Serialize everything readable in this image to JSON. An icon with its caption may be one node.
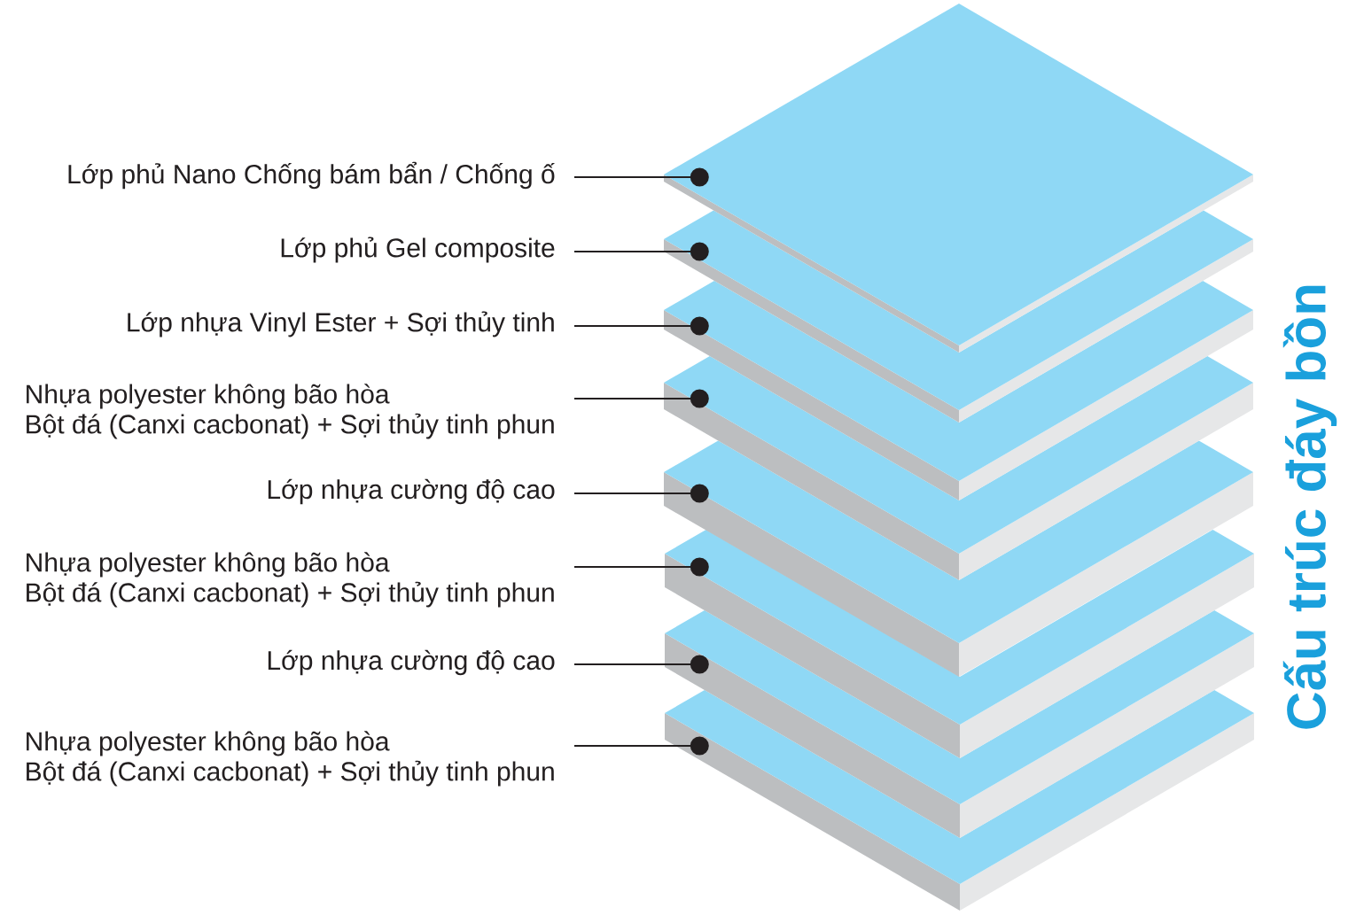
{
  "diagram": {
    "title": "Cấu trúc đáy bồn",
    "nodes": [
      {
        "text": [
          "Lớp phủ Nano Chống bám bẩn / Chống ố"
        ]
      },
      {
        "text": [
          "Lớp phủ Gel composite"
        ]
      },
      {
        "text": [
          "Lớp nhựa Vinyl Ester + Sợi thủy tinh"
        ]
      },
      {
        "text": [
          "Nhựa polyester không bão hòa",
          "Bột đá (Canxi cacbonat) + Sợi thủy tinh phun"
        ]
      },
      {
        "text": [
          "Lớp nhựa cường độ cao"
        ]
      },
      {
        "text": [
          "Nhựa polyester không bão hòa",
          "Bột đá (Canxi cacbonat) + Sợi thủy tinh phun"
        ]
      },
      {
        "text": [
          "Lớp nhựa cường độ cao"
        ]
      },
      {
        "text": [
          "Nhựa polyester không bão hòa",
          "Bột đá (Canxi cacbonat) + Sợi thủy tinh phun"
        ]
      },
      {
        "text": [],
        "shape": "diamond"
      },
      {
        "text": [],
        "shape": "diamond"
      },
      {
        "text": [],
        "shape": "diamond"
      },
      {
        "text": [],
        "shape": "diamond"
      },
      {
        "text": [],
        "shape": "diamond"
      },
      {
        "text": [],
        "shape": "diamond"
      },
      {
        "text": [],
        "shape": "diamond"
      },
      {
        "text": [],
        "shape": "diamond"
      }
    ],
    "edges": [
      {
        "from": 0,
        "to": 8,
        "arrow": "other"
      },
      {
        "from": 1,
        "to": 9,
        "arrow": "other"
      },
      {
        "from": 2,
        "to": 10,
        "arrow": "other"
      },
      {
        "from": 3,
        "to": 11,
        "arrow": "other"
      },
      {
        "from": 4,
        "to": 12,
        "arrow": "other"
      },
      {
        "from": 5,
        "to": 13,
        "arrow": "other"
      },
      {
        "from": 6,
        "to": 14,
        "arrow": "other"
      },
      {
        "from": 7,
        "to": 15,
        "arrow": "other"
      }
    ]
  }
}
